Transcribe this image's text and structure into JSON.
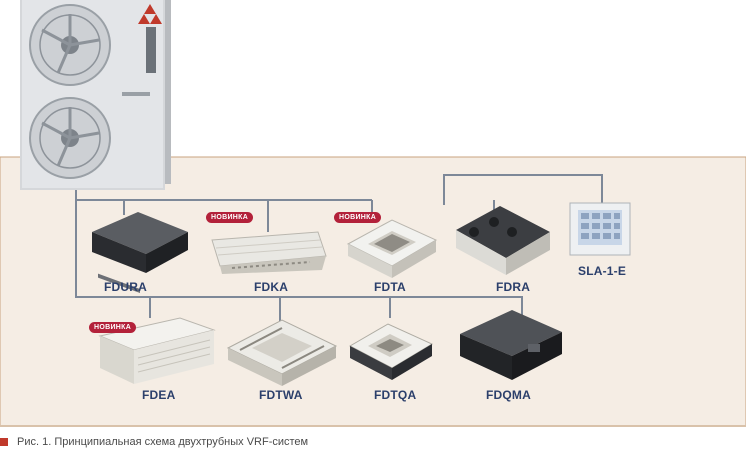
{
  "colors": {
    "panel_background": "#f5ede4",
    "panel_border": "#c9a37f",
    "pipe": "#7d8898",
    "label": "#2b3f6b",
    "badge": "#b3213a",
    "caption_marker": "#c0392b"
  },
  "outdoor_unit": {
    "name": "outdoor-unit",
    "icon": "outdoor-unit-icon"
  },
  "units_row1": [
    {
      "id": "fdura",
      "label": "FDURA",
      "icon": "ducted-unit-icon"
    },
    {
      "id": "fdka",
      "label": "FDKA",
      "icon": "wall-mounted-unit-icon",
      "badge": "НОВИНКА"
    },
    {
      "id": "fdta",
      "label": "FDTA",
      "icon": "compact-cassette-icon",
      "badge": "НОВИНКА"
    },
    {
      "id": "fdra",
      "label": "FDRA",
      "icon": "ceiling-duct-unit-icon"
    },
    {
      "id": "sla",
      "label": "SLA-1-E",
      "icon": "remote-controller-icon"
    }
  ],
  "units_row2": [
    {
      "id": "fdea",
      "label": "FDEA",
      "icon": "ceiling-suspended-unit-icon",
      "badge": "НОВИНКА"
    },
    {
      "id": "fdtwa",
      "label": "FDTWA",
      "icon": "two-way-cassette-icon"
    },
    {
      "id": "fdtqa",
      "label": "FDTQA",
      "icon": "four-way-cassette-icon"
    },
    {
      "id": "fdqma",
      "label": "FDQMA",
      "icon": "ducted-unit-icon"
    }
  ],
  "caption": "Рис. 1. Принципиальная схема двухтрубных VRF-систем"
}
